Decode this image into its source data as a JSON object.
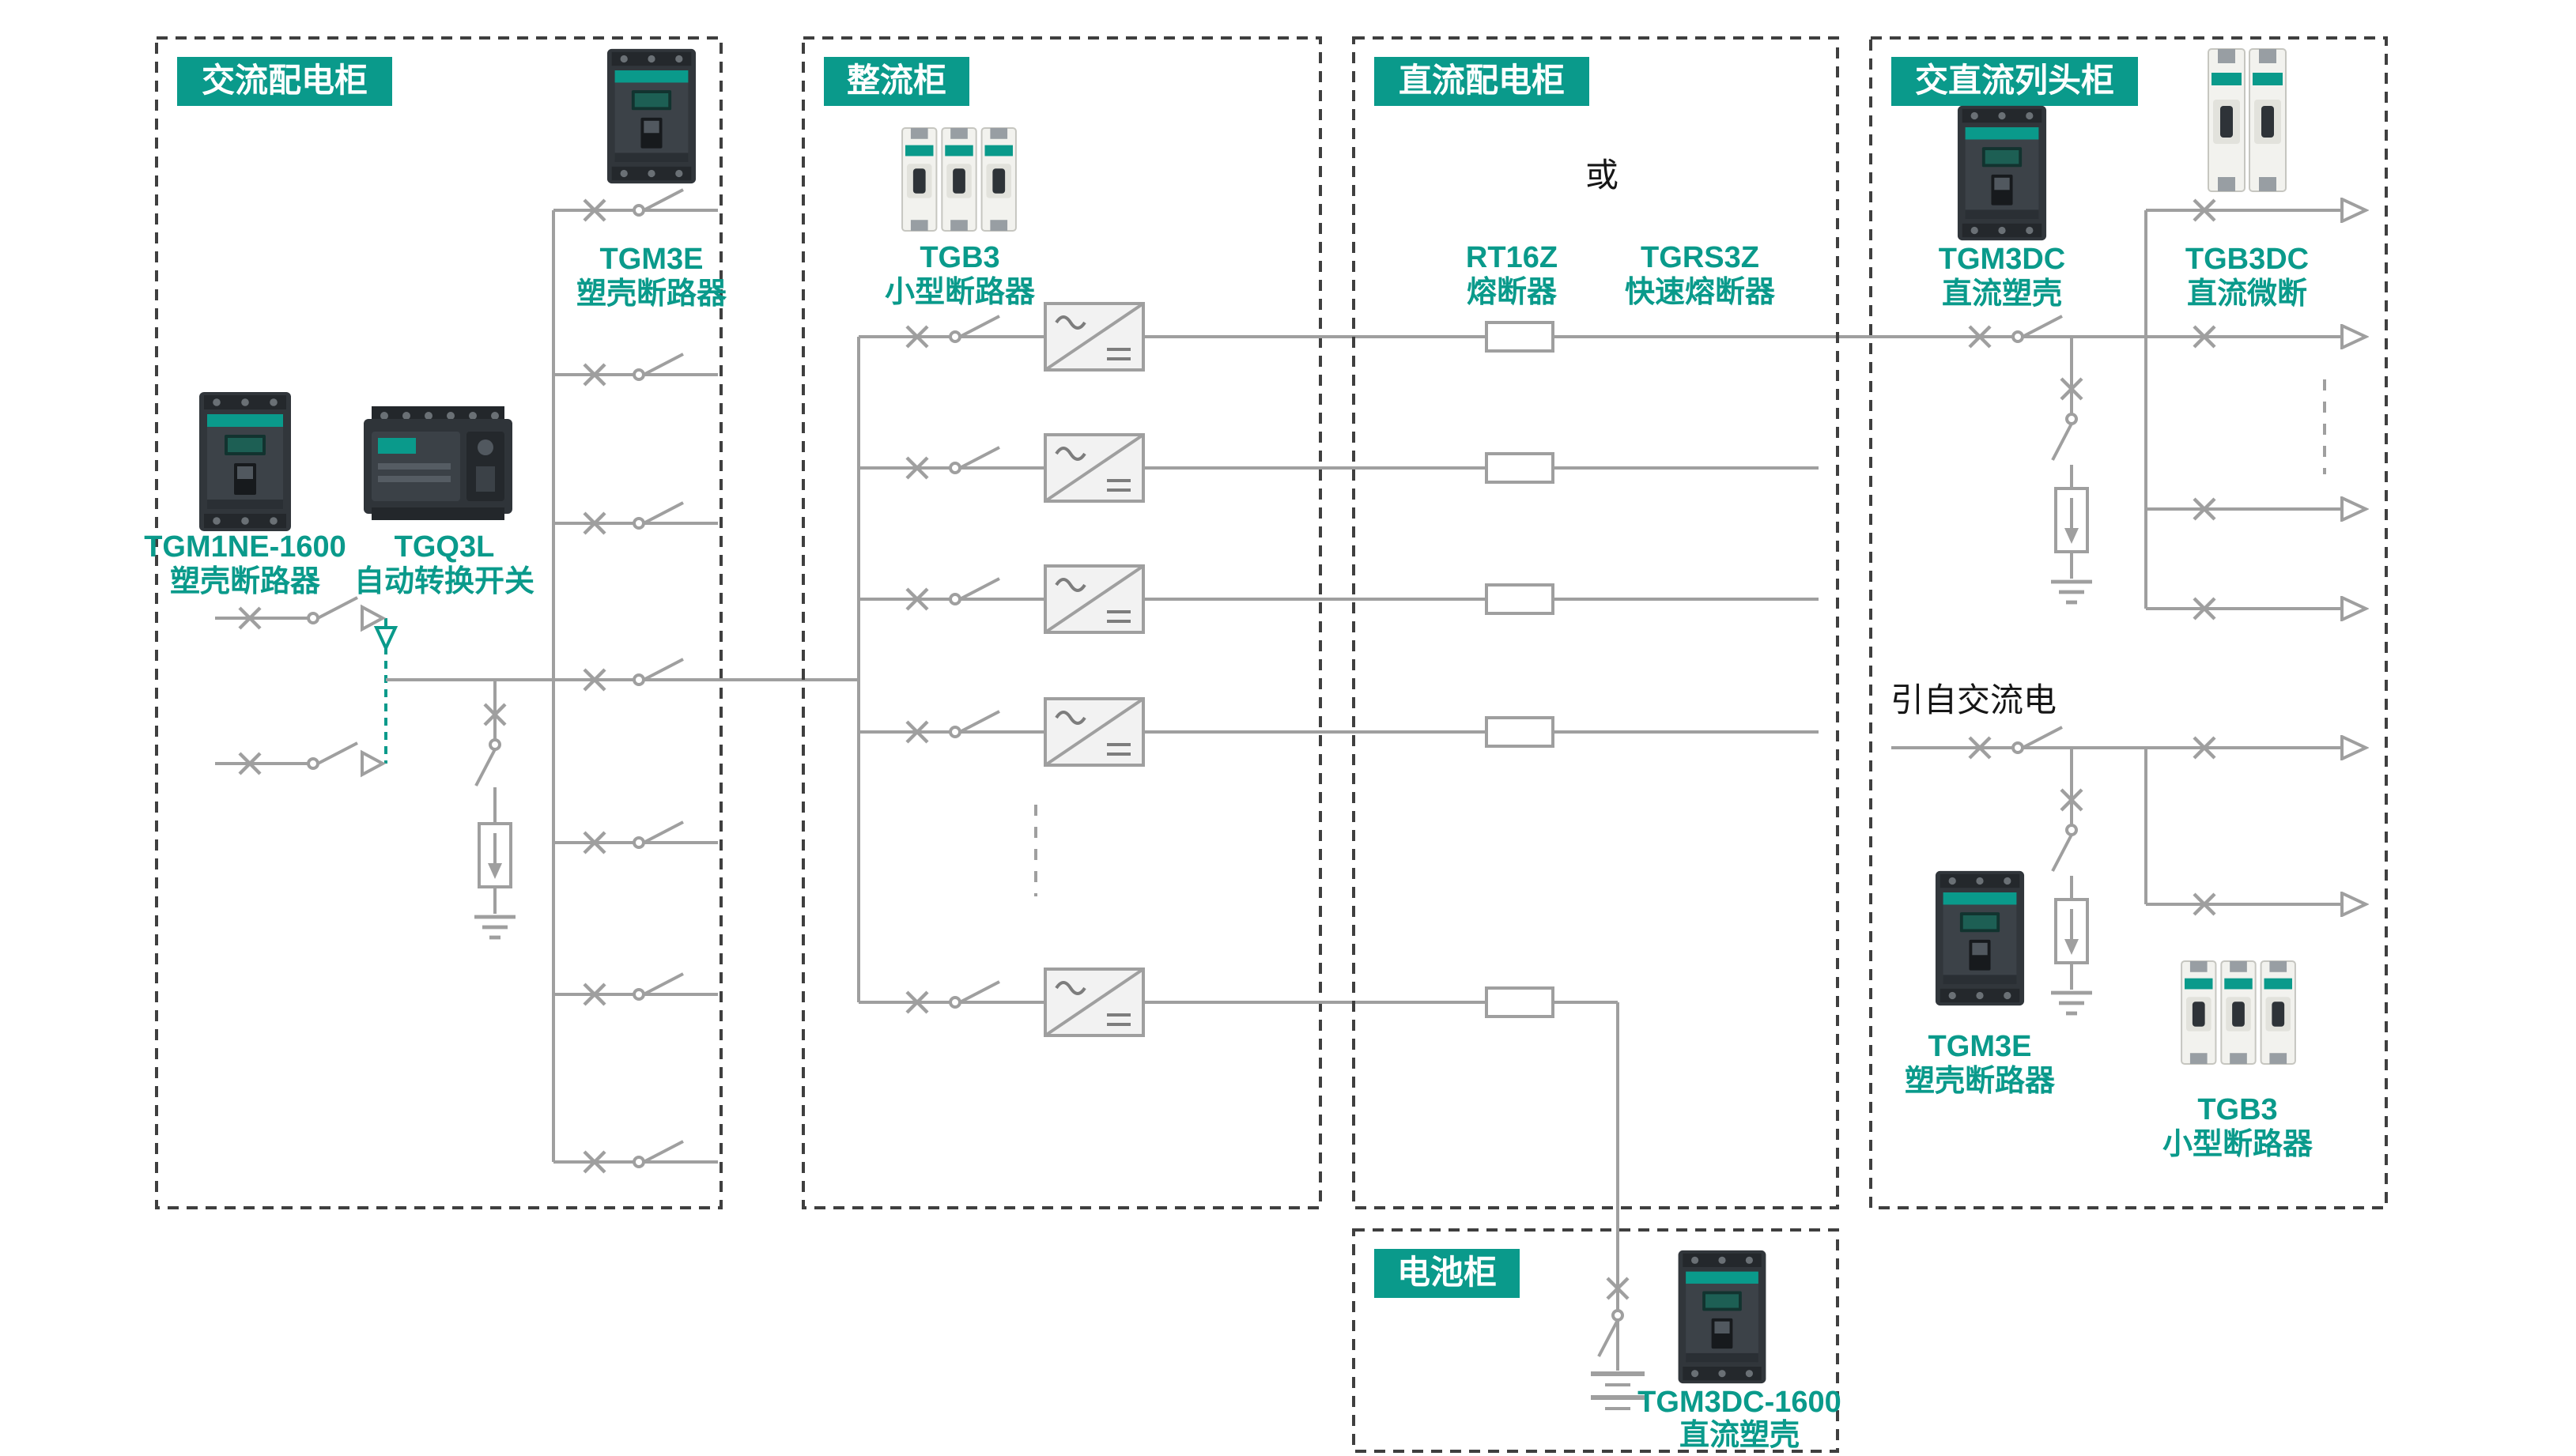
{
  "colors": {
    "accent": "#0a9a8b",
    "wire": "#9f9f9f",
    "border": "#3f3f3f",
    "background": "#ffffff"
  },
  "cabinets": {
    "ac": {
      "label": "交流配电柜"
    },
    "rectifier": {
      "label": "整流柜"
    },
    "dc": {
      "label": "直流配电柜"
    },
    "rowhead": {
      "label": "交直流列头柜"
    },
    "battery": {
      "label": "电池柜"
    }
  },
  "products": {
    "tgm3e_ac": {
      "name": "TGM3E",
      "desc": "塑壳断路器"
    },
    "tgm1ne": {
      "name": "TGM1NE-1600",
      "desc": "塑壳断路器"
    },
    "tgq3l": {
      "name": "TGQ3L",
      "desc": "自动转换开关"
    },
    "tgb3_rect": {
      "name": "TGB3",
      "desc": "小型断路器"
    },
    "rt16z": {
      "name": "RT16Z",
      "desc": "熔断器"
    },
    "tgrs3z": {
      "name": "TGRS3Z",
      "desc": "快速熔断器"
    },
    "tgm3dc": {
      "name": "TGM3DC",
      "desc": "直流塑壳"
    },
    "tgb3dc": {
      "name": "TGB3DC",
      "desc": "直流微断"
    },
    "tgm3e_row": {
      "name": "TGM3E",
      "desc": "塑壳断路器"
    },
    "tgb3_row": {
      "name": "TGB3",
      "desc": "小型断路器"
    },
    "tgm3dc1600": {
      "name": "TGM3DC-1600",
      "desc": "直流塑壳"
    }
  },
  "annotations": {
    "or": "或",
    "from_ac": "引自交流电"
  }
}
